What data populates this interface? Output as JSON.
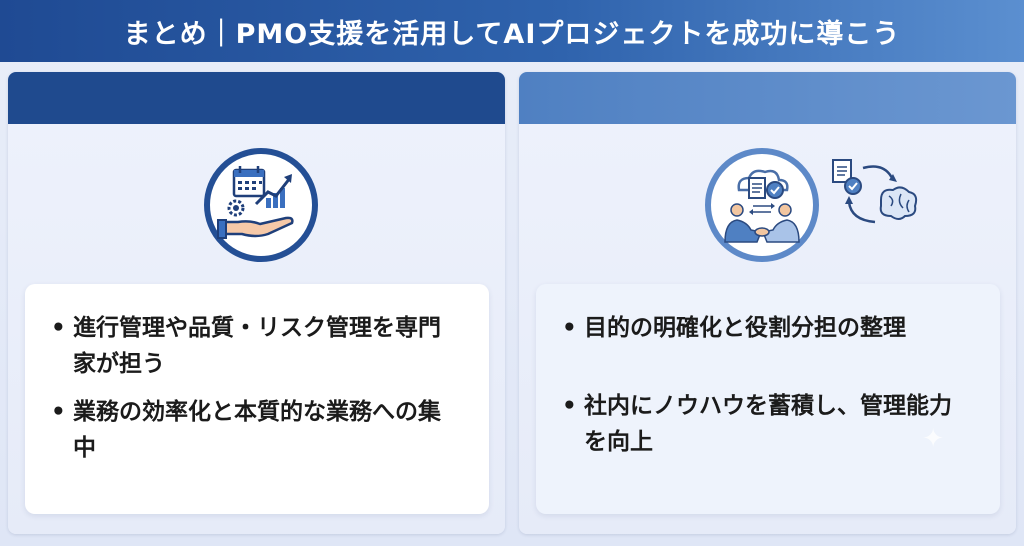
{
  "header": {
    "title": "まとめ｜PMO支援を活用してAIプロジェクトを成功に導こう"
  },
  "left_panel": {
    "icon": "hand-holding-calendar-chart-gear-icon",
    "bullets": [
      "進行管理や品質・リスク管理を専門家が担う",
      "業務の効率化と本質的な業務への集中"
    ]
  },
  "right_panel": {
    "icon": "cloud-handshake-team-icon",
    "side_icon": "document-cycle-brain-icon",
    "bullets": [
      "目的の明確化と役割分担の整理",
      "社内にノウハウを蓄積し、管理能力を向上"
    ]
  },
  "colors": {
    "header_start": "#1f4a93",
    "header_end": "#5b8fd0",
    "left_accent": "#1f4a8e",
    "right_accent": "#5d89c8"
  }
}
